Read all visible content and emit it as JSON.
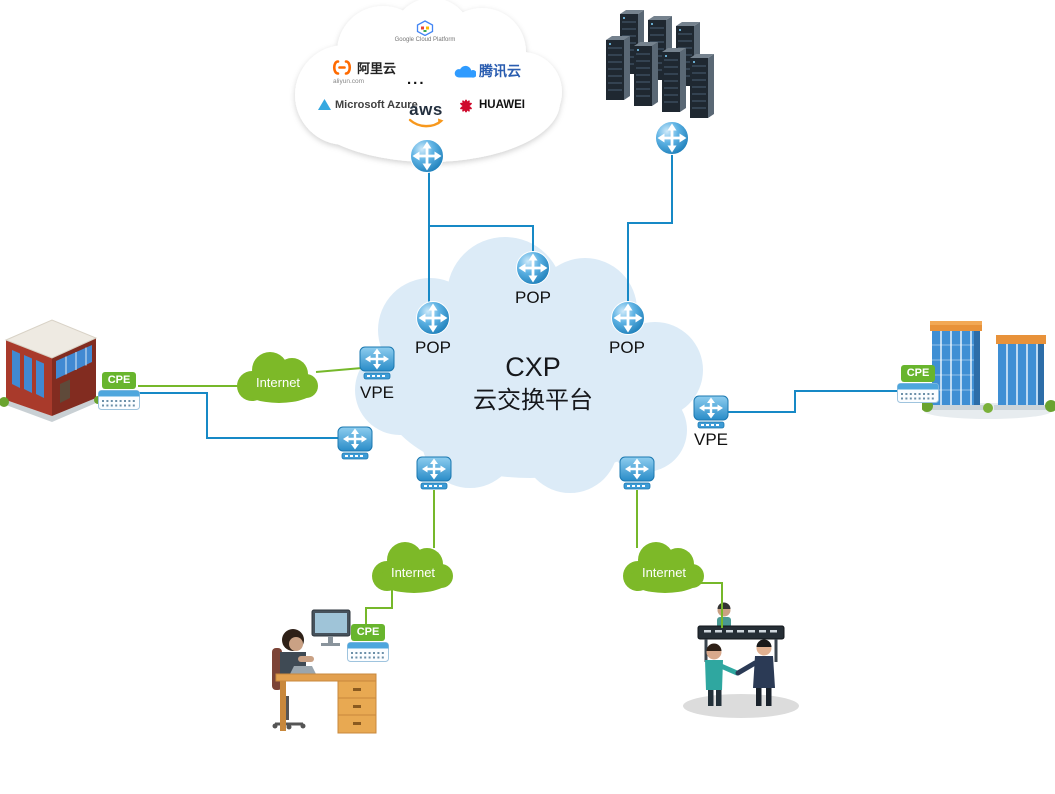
{
  "diagram": {
    "title": {
      "line1": "CXP",
      "line2": "云交换平台"
    },
    "pop_labels": {
      "left": "POP",
      "top": "POP",
      "right": "POP"
    },
    "vpe_labels": {
      "left": "VPE",
      "right": "VPE"
    },
    "cpe_labels": {
      "left": "CPE",
      "right": "CPE",
      "bottom": "CPE"
    },
    "internet_labels": {
      "left": "Internet",
      "bottom_left": "Internet",
      "bottom_right": "Internet"
    },
    "providers": {
      "google": "Google Cloud Platform",
      "alibaba": "阿里云",
      "alibaba_sub": "aliyun.com",
      "ellipsis": "...",
      "tencent": "腾讯云",
      "azure": "Microsoft Azure",
      "aws": "aws",
      "huawei": "HUAWEI"
    },
    "colors": {
      "link_blue": "#1789c6",
      "link_green": "#76b82a",
      "internet_cloud_green": "#7db928",
      "cpe_badge_green": "#68b52d",
      "cxp_cloud_fill": "#dcebf7",
      "node_blue": "#3d9bd5"
    }
  }
}
